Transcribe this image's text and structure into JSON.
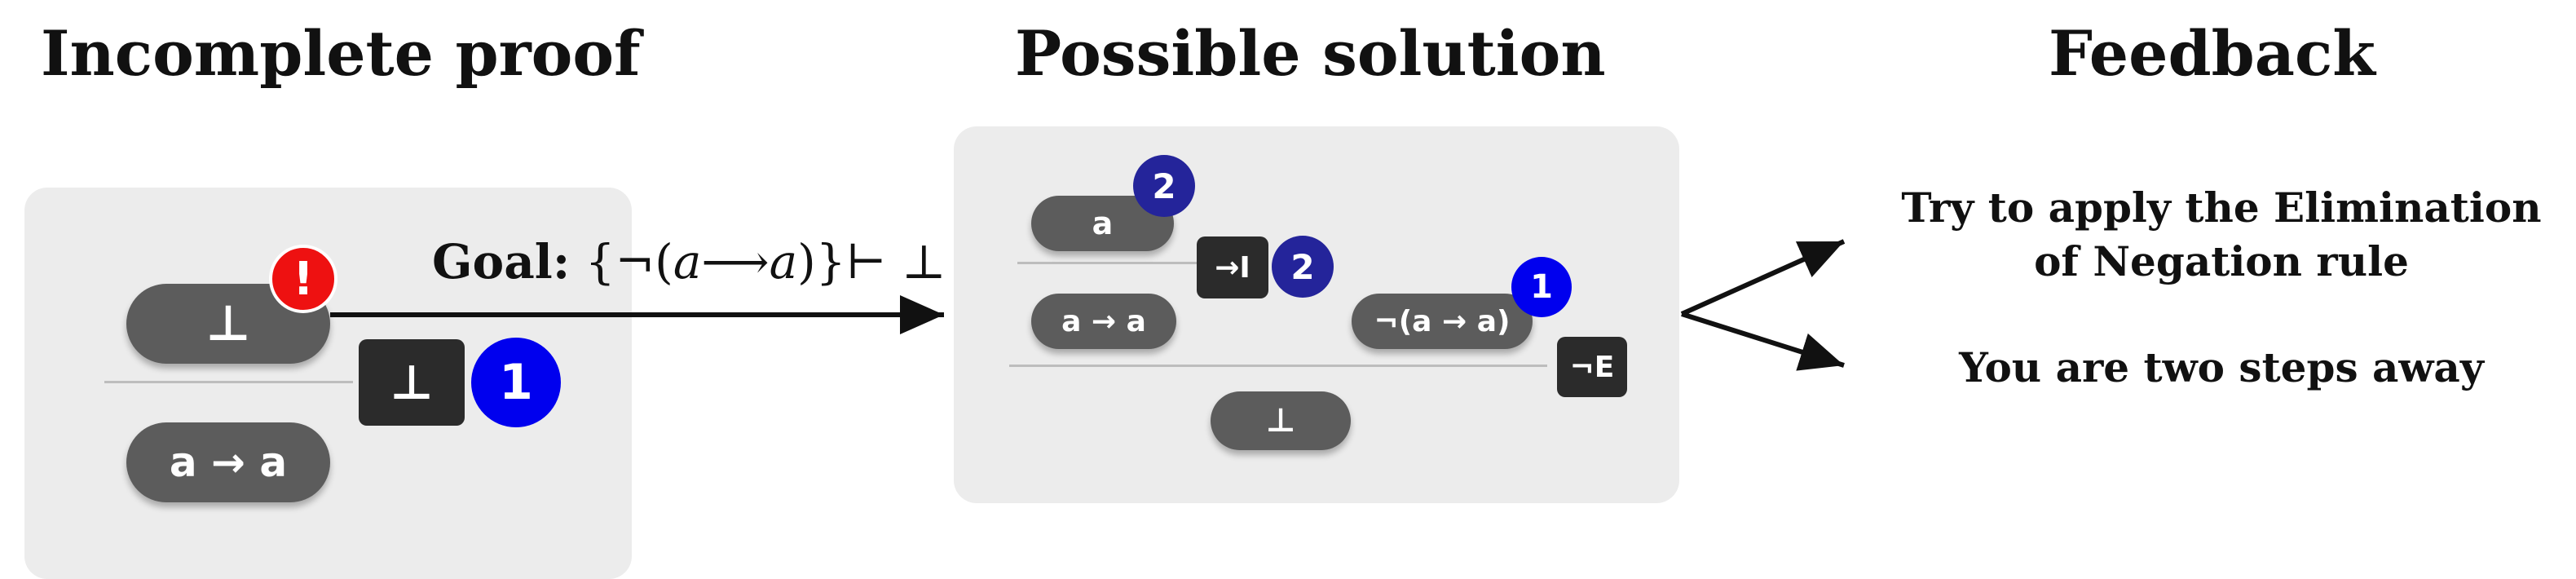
{
  "headings": {
    "incomplete": "Incomplete proof",
    "solution": "Possible solution",
    "feedback": "Feedback"
  },
  "goal": {
    "label": "Goal:",
    "formula_open": "{¬(",
    "formula_var1": "a",
    "formula_arrow": "⟶",
    "formula_var2": "a",
    "formula_close": ")}",
    "formula_turnstile": "⊢ ⊥"
  },
  "incomplete_proof": {
    "top_formula": "⊥",
    "bottom_formula": "a → a",
    "rule_tag": "⊥",
    "rule_badge": "1",
    "warning_badge": "!"
  },
  "solution_proof": {
    "hyp_a": "a",
    "hyp_a_badge": "2",
    "impl_rule": "→I",
    "impl_rule_badge": "2",
    "impl_formula": "a → a",
    "neg_formula": "¬(a → a)",
    "neg_badge": "1",
    "neg_rule": "¬E",
    "conclusion": "⊥"
  },
  "feedback": {
    "message1_line1": "Try to apply the Elimination",
    "message1_line2": "of Negation rule",
    "message2": "You are two steps away"
  },
  "colors": {
    "panel": "#ececec",
    "pill": "#5c5c5c",
    "rule_tag": "#2b2b2b",
    "badge_blue": "#0000ee",
    "badge_navy": "#24249a",
    "warning_red": "#ee1111"
  },
  "icons": {
    "warning": "exclamation-icon",
    "arrow": "arrow-right-icon"
  }
}
